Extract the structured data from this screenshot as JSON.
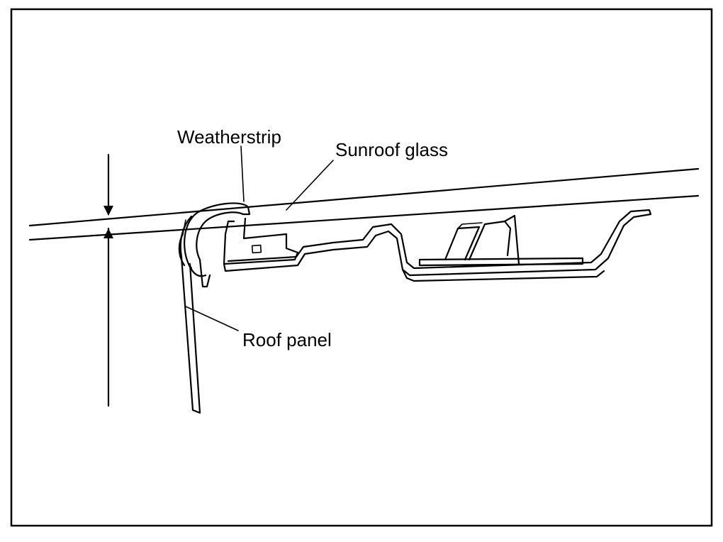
{
  "labels": {
    "weatherstrip": "Weatherstrip",
    "sunroof_glass": "Sunroof glass",
    "roof_panel": "Roof panel"
  }
}
